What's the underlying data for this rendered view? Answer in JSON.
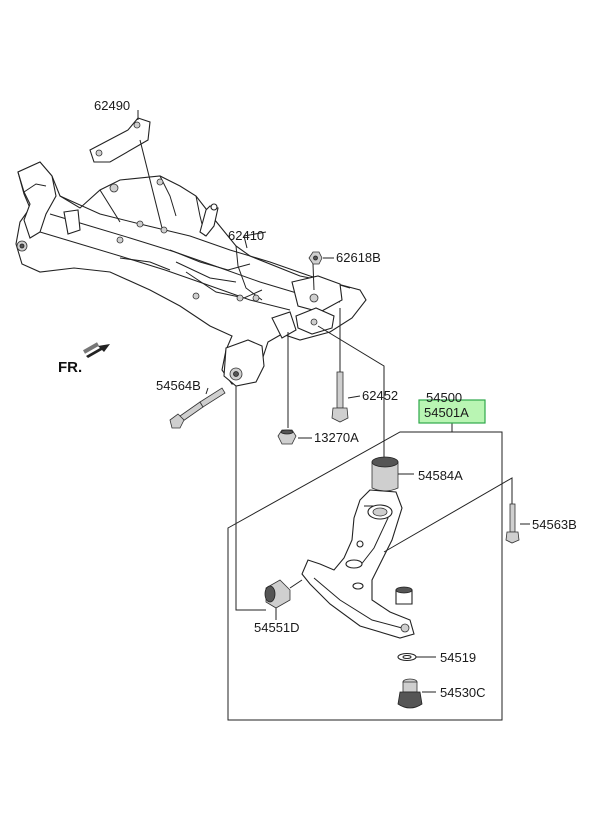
{
  "labels": {
    "p62490": "62490",
    "p62410": "62410",
    "p62618B": "62618B",
    "p62452": "62452",
    "p13270A": "13270A",
    "p54564B": "54564B",
    "p54500": "54500",
    "p54501A": "54501A",
    "p54584A": "54584A",
    "p54563B": "54563B",
    "p54551D": "54551D",
    "p54519": "54519",
    "p54530C": "54530C"
  },
  "front_marker": "FR.",
  "colors": {
    "highlight_fill": "#b9f5b3",
    "highlight_border": "#2ea84a",
    "line": "#222222"
  }
}
